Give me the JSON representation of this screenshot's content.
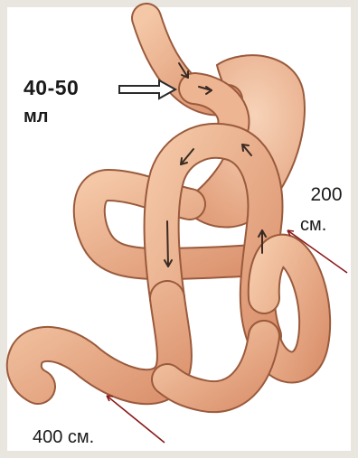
{
  "labels": {
    "pouch_volume": "40-50",
    "pouch_volume_unit": "мл",
    "limb_length_upper": "200",
    "limb_length_upper_unit": "см.",
    "limb_length_lower": "400 см."
  },
  "colors": {
    "background": "#e9e6e0",
    "panel": "#ffffff",
    "intestine_fill": "#e8a682",
    "intestine_light": "#f4c7a6",
    "intestine_outline": "#9a5a3c",
    "stomach_fill": "#eeb592",
    "pointer_arrow": "#8b1a1a",
    "flow_arrow": "#3a2a22"
  }
}
